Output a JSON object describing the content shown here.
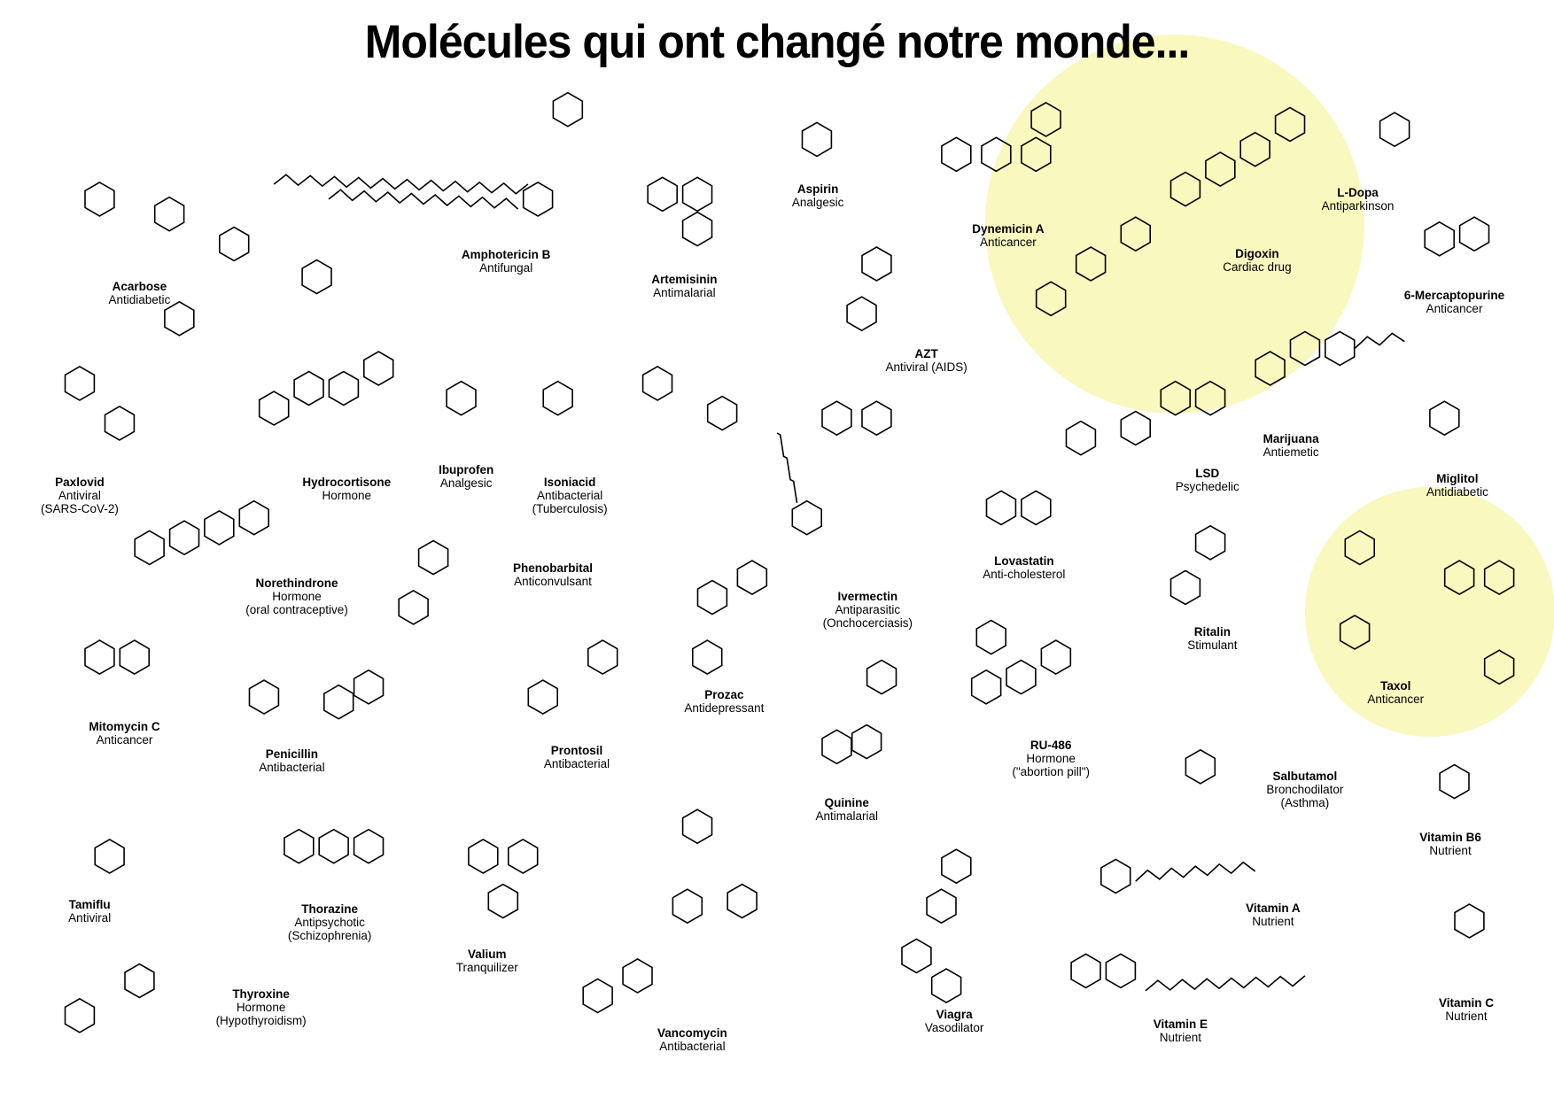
{
  "title": "Molécules qui ont changé notre monde...",
  "highlight_color": "#f7f5a8",
  "molecules": [
    {
      "name": "Acarbose",
      "use": [
        "Antidiabetic"
      ]
    },
    {
      "name": "Amphotericin B",
      "use": [
        "Antifungal"
      ]
    },
    {
      "name": "Artemisinin",
      "use": [
        "Antimalarial"
      ]
    },
    {
      "name": "Aspirin",
      "use": [
        "Analgesic"
      ]
    },
    {
      "name": "Dynemicin A",
      "use": [
        "Anticancer"
      ],
      "highlighted": true
    },
    {
      "name": "Digoxin",
      "use": [
        "Cardiac drug"
      ],
      "highlighted": true
    },
    {
      "name": "L-Dopa",
      "use": [
        "Antiparkinson"
      ]
    },
    {
      "name": "6-Mercaptopurine",
      "use": [
        "Anticancer"
      ]
    },
    {
      "name": "AZT",
      "use": [
        "Antiviral (AIDS)"
      ]
    },
    {
      "name": "Paxlovid",
      "use": [
        "Antiviral",
        "(SARS-CoV-2)"
      ]
    },
    {
      "name": "Hydrocortisone",
      "use": [
        "Hormone"
      ]
    },
    {
      "name": "Ibuprofen",
      "use": [
        "Analgesic"
      ]
    },
    {
      "name": "Isoniacid",
      "use": [
        "Antibacterial",
        "(Tuberculosis)"
      ]
    },
    {
      "name": "Ivermectin",
      "use": [
        "Antiparasitic",
        "(Onchocerciasis)"
      ]
    },
    {
      "name": "Lovastatin",
      "use": [
        "Anti-cholesterol"
      ]
    },
    {
      "name": "LSD",
      "use": [
        "Psychedelic"
      ]
    },
    {
      "name": "Marijuana",
      "use": [
        "Antiemetic"
      ]
    },
    {
      "name": "Miglitol",
      "use": [
        "Antidiabetic"
      ]
    },
    {
      "name": "Norethindrone",
      "use": [
        "Hormone",
        "(oral contraceptive)"
      ]
    },
    {
      "name": "Phenobarbital",
      "use": [
        "Anticonvulsant"
      ]
    },
    {
      "name": "Prozac",
      "use": [
        "Antidepressant"
      ]
    },
    {
      "name": "Ritalin",
      "use": [
        "Stimulant"
      ]
    },
    {
      "name": "Taxol",
      "use": [
        "Anticancer"
      ],
      "highlighted": true
    },
    {
      "name": "Mitomycin C",
      "use": [
        "Anticancer"
      ]
    },
    {
      "name": "Penicillin",
      "use": [
        "Antibacterial"
      ]
    },
    {
      "name": "Prontosil",
      "use": [
        "Antibacterial"
      ]
    },
    {
      "name": "RU-486",
      "use": [
        "Hormone",
        "(\"abortion pill\")"
      ]
    },
    {
      "name": "Quinine",
      "use": [
        "Antimalarial"
      ]
    },
    {
      "name": "Salbutamol",
      "use": [
        "Bronchodilator",
        "(Asthma)"
      ]
    },
    {
      "name": "Vitamin B6",
      "use": [
        "Nutrient"
      ]
    },
    {
      "name": "Tamiflu",
      "use": [
        "Antiviral"
      ]
    },
    {
      "name": "Thorazine",
      "use": [
        "Antipsychotic",
        "(Schizophrenia)"
      ]
    },
    {
      "name": "Valium",
      "use": [
        "Tranquilizer"
      ]
    },
    {
      "name": "Vitamin A",
      "use": [
        "Nutrient"
      ]
    },
    {
      "name": "Thyroxine",
      "use": [
        "Hormone",
        "(Hypothyroidism)"
      ]
    },
    {
      "name": "Vancomycin",
      "use": [
        "Antibacterial"
      ]
    },
    {
      "name": "Viagra",
      "use": [
        "Vasodilator"
      ]
    },
    {
      "name": "Vitamin E",
      "use": [
        "Nutrient"
      ]
    },
    {
      "name": "Vitamin C",
      "use": [
        "Nutrient"
      ]
    }
  ]
}
